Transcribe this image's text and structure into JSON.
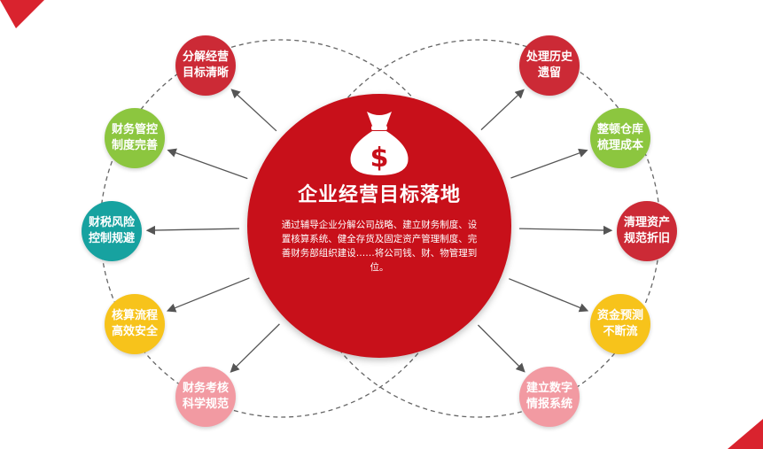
{
  "hub": {
    "title": "企业经营目标落地",
    "description": "通过辅导企业分解公司战略、建立财务制度、设置核算系统、健全存货及固定资产管理制度、完善财务部组织建设……将公司钱、财、物管理到位。",
    "color": "#c8101a",
    "icon": "money-bag-icon"
  },
  "nodes_left": [
    {
      "line1": "分解经营",
      "line2": "目标清晰",
      "color": "#cc2a36"
    },
    {
      "line1": "财务管控",
      "line2": "制度完善",
      "color": "#8cc63f"
    },
    {
      "line1": "财税风险",
      "line2": "控制规避",
      "color": "#17a2a0"
    },
    {
      "line1": "核算流程",
      "line2": "高效安全",
      "color": "#f7c31b"
    },
    {
      "line1": "财务考核",
      "line2": "科学规范",
      "color": "#f29aa2"
    }
  ],
  "nodes_right": [
    {
      "line1": "处理历史",
      "line2": "遗留",
      "color": "#cc2a36"
    },
    {
      "line1": "整顿仓库",
      "line2": "梳理成本",
      "color": "#8cc63f"
    },
    {
      "line1": "清理资产",
      "line2": "规范折旧",
      "color": "#cc2a36"
    },
    {
      "line1": "资金预测",
      "line2": "不断流",
      "color": "#f7c31b"
    },
    {
      "line1": "建立数字",
      "line2": "情报系统",
      "color": "#f29aa2"
    }
  ],
  "accent_corner": "#d9232e"
}
